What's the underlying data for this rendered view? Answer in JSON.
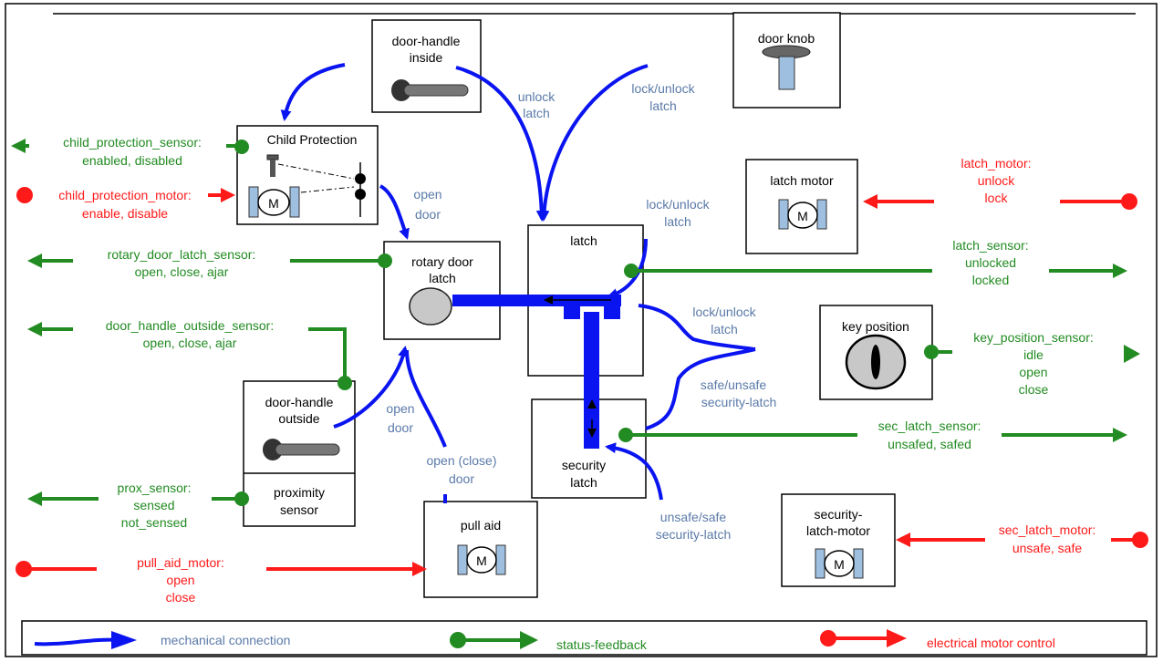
{
  "boxes": {
    "door_handle_inside": [
      "door-handle",
      "inside"
    ],
    "door_knob": "door knob",
    "child_protection": "Child Protection",
    "latch_motor": "latch motor",
    "latch": "latch",
    "rotary_door_latch": [
      "rotary door",
      "latch"
    ],
    "key_position": "key position",
    "door_handle_outside": [
      "door-handle",
      "outside"
    ],
    "proximity_sensor": [
      "proximity",
      "sensor"
    ],
    "security_latch": [
      "security",
      "latch"
    ],
    "pull_aid": "pull aid",
    "security_latch_motor": [
      "security-",
      "latch-motor"
    ],
    "motor_symbol": "M"
  },
  "mechanical_labels": {
    "unlock_latch": [
      "unlock",
      "latch"
    ],
    "lock_unlock_latch_top": [
      "lock/unlock",
      "latch"
    ],
    "open_door_top": [
      "open",
      "door"
    ],
    "lock_unlock_latch_mid": [
      "lock/unlock",
      "latch"
    ],
    "lock_unlock_latch_right": [
      "lock/unlock",
      "latch"
    ],
    "safe_unsafe": [
      "safe/unsafe",
      "security-latch"
    ],
    "open_door_bottom": [
      "open",
      "door"
    ],
    "open_close_door": [
      "open (close)",
      "door"
    ],
    "unsafe_safe": [
      "unsafe/safe",
      "security-latch"
    ]
  },
  "status_signals": {
    "child_protection_sensor": [
      "child_protection_sensor:",
      "enabled, disabled"
    ],
    "rotary_door_latch_sensor": [
      "rotary_door_latch_sensor:",
      "open, close, ajar"
    ],
    "door_handle_outside_sensor": [
      "door_handle_outside_sensor:",
      "open, close, ajar"
    ],
    "prox_sensor": [
      "prox_sensor:",
      "sensed",
      "not_sensed"
    ],
    "latch_sensor": [
      "latch_sensor:",
      "unlocked",
      "locked"
    ],
    "key_position_sensor": [
      "key_position_sensor:",
      "idle",
      "open",
      "close"
    ],
    "sec_latch_sensor": [
      "sec_latch_sensor:",
      "unsafed, safed"
    ]
  },
  "motor_signals": {
    "child_protection_motor": [
      "child_protection_motor:",
      "enable, disable"
    ],
    "latch_motor": [
      "latch_motor:",
      "unlock",
      "lock"
    ],
    "pull_aid_motor": [
      "pull_aid_motor:",
      "open",
      "close"
    ],
    "sec_latch_motor": [
      "sec_latch_motor:",
      "unsafe, safe"
    ]
  },
  "legend": {
    "mechanical": "mechanical connection",
    "status": "status-feedback",
    "electrical": "electrical motor control"
  },
  "colors": {
    "mechanical": "#0a14f0",
    "status": "#228b22",
    "electrical": "#ff1a1a",
    "mechanical_text": "#5a7aa8"
  }
}
